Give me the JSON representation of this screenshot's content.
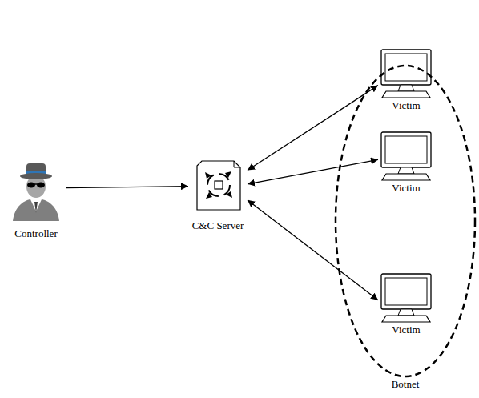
{
  "diagram": {
    "nodes": [
      {
        "text": [
          "Controller"
        ]
      },
      {
        "text": [
          "C&C Server"
        ]
      },
      {
        "text": [
          "Botnet"
        ]
      },
      {
        "text": [
          "Victim"
        ],
        "in": 2
      },
      {
        "text": [
          "Victim"
        ],
        "in": 2
      },
      {
        "text": [
          "Victim"
        ],
        "in": 2
      }
    ],
    "edges": [
      {
        "from": 0,
        "to": 1,
        "arrow": "to"
      },
      {
        "from": 1,
        "to": 3,
        "arrow": "both"
      },
      {
        "from": 1,
        "to": 4,
        "arrow": "both"
      },
      {
        "from": 1,
        "to": 5,
        "arrow": "both"
      }
    ]
  }
}
